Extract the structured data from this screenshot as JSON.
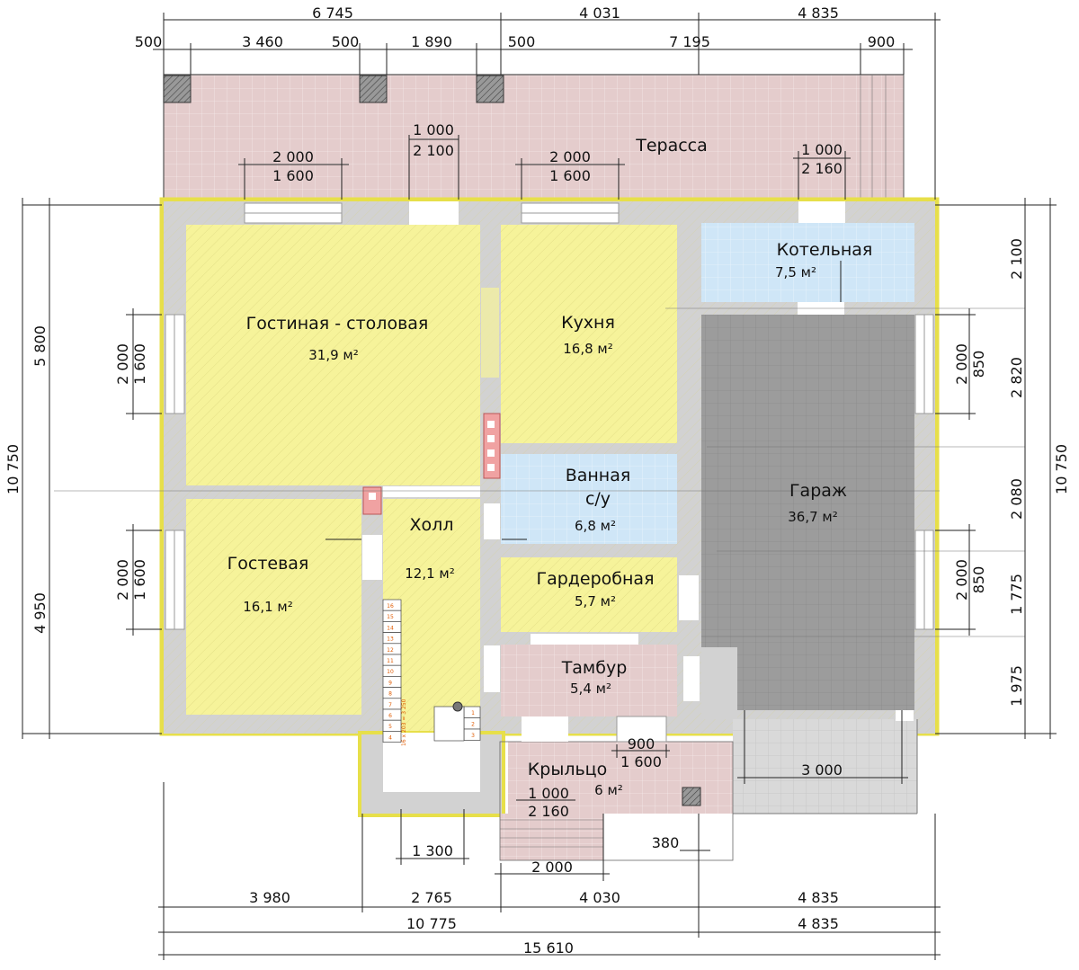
{
  "top_dims": {
    "r1": [
      "6 745",
      "4 031",
      "4 835"
    ],
    "r2": [
      "500",
      "3 460",
      "500",
      "1 890",
      "500",
      "7 195",
      "900"
    ]
  },
  "terrace_dims": {
    "d1a": "1 000",
    "d1b": "2 100",
    "w1a": "2 000",
    "w1b": "1 600",
    "w2a": "2 000",
    "w2b": "1 600",
    "d2a": "1 000",
    "d2b": "2 160"
  },
  "left_dims": {
    "outer": "10 750",
    "upper": "5 800",
    "lower": "4 950",
    "w_up_a": "2 000",
    "w_up_b": "1 600",
    "w_lo_a": "2 000",
    "w_lo_b": "1 600"
  },
  "right_dims": {
    "outer": "10 750",
    "segs": [
      "2 100",
      "2 820",
      "2 080",
      "1 775",
      "1 975"
    ],
    "w_up_a": "2 000",
    "w_up_b": "850",
    "w_lo_a": "2 000",
    "w_lo_b": "850"
  },
  "bottom_dims": {
    "r1": [
      "3 980",
      "2 765",
      "4 030",
      "4 835"
    ],
    "r2": [
      "10 775",
      "4 835"
    ],
    "r3": "15 610",
    "stair_w": "1 300",
    "porch_w": "2 000",
    "porch_off": "380",
    "garage_w": "3 000",
    "porch_win_a": "900",
    "porch_win_b": "1 600",
    "porch_door_a": "1 000",
    "porch_door_b": "2 160"
  },
  "rooms": {
    "terrace": {
      "name": "Терасса"
    },
    "boiler": {
      "name": "Котельная",
      "area": "7,5 м²"
    },
    "living": {
      "name": "Гостиная - столовая",
      "area": "31,9 м²"
    },
    "kitchen": {
      "name": "Кухня",
      "area": "16,8 м²"
    },
    "bath": {
      "name1": "Ванная",
      "name2": "с/у",
      "area": "6,8 м²"
    },
    "garage": {
      "name": "Гараж",
      "area": "36,7 м²"
    },
    "hall": {
      "name": "Холл",
      "area": "12,1 м²"
    },
    "guest": {
      "name": "Гостевая",
      "area": "16,1 м²"
    },
    "wardrobe": {
      "name": "Гардеробная",
      "area": "5,7 м²"
    },
    "vestibule": {
      "name": "Тамбур",
      "area": "5,4 м²"
    },
    "porch": {
      "name": "Крыльцо",
      "area": "6 м²"
    }
  },
  "stairs": {
    "steps_left": [
      "16",
      "15",
      "14",
      "13",
      "12",
      "11",
      "10",
      "9",
      "8",
      "7",
      "6",
      "5",
      "4"
    ],
    "steps_right": [
      "1",
      "2",
      "3"
    ],
    "label": "16 х 203 = 3 250"
  },
  "colors": {
    "living": "#f6f39a",
    "wet": "#cfe6f7",
    "garage": "#9c9c9c",
    "terrace": "#e4cccc",
    "wall": "#cfcfcf",
    "hatch": "#cfc96a",
    "chimney": "#f0a2a2"
  }
}
